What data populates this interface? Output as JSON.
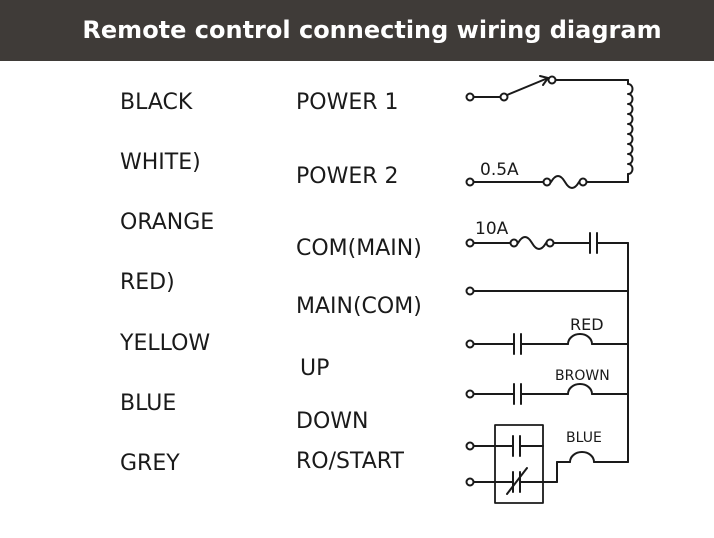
{
  "header": {
    "title": "Remote control connecting wiring diagram"
  },
  "wire_colors": [
    "BLACK",
    "WHITE)",
    "ORANGE",
    "RED)",
    "YELLOW",
    "BLUE",
    "GREY"
  ],
  "terminals": [
    "POWER 1",
    "POWER 2",
    "COM(MAIN)",
    "MAIN(COM)",
    "UP",
    "DOWN",
    "RO/START"
  ],
  "circuit": {
    "fuse_small": "0.5A",
    "fuse_large": "10A",
    "coil_red": "RED",
    "coil_brown": "BROWN",
    "coil_blue": "BLUE"
  },
  "colors": {
    "header_bg": "#3f3b38",
    "line": "#1a1a1a"
  }
}
